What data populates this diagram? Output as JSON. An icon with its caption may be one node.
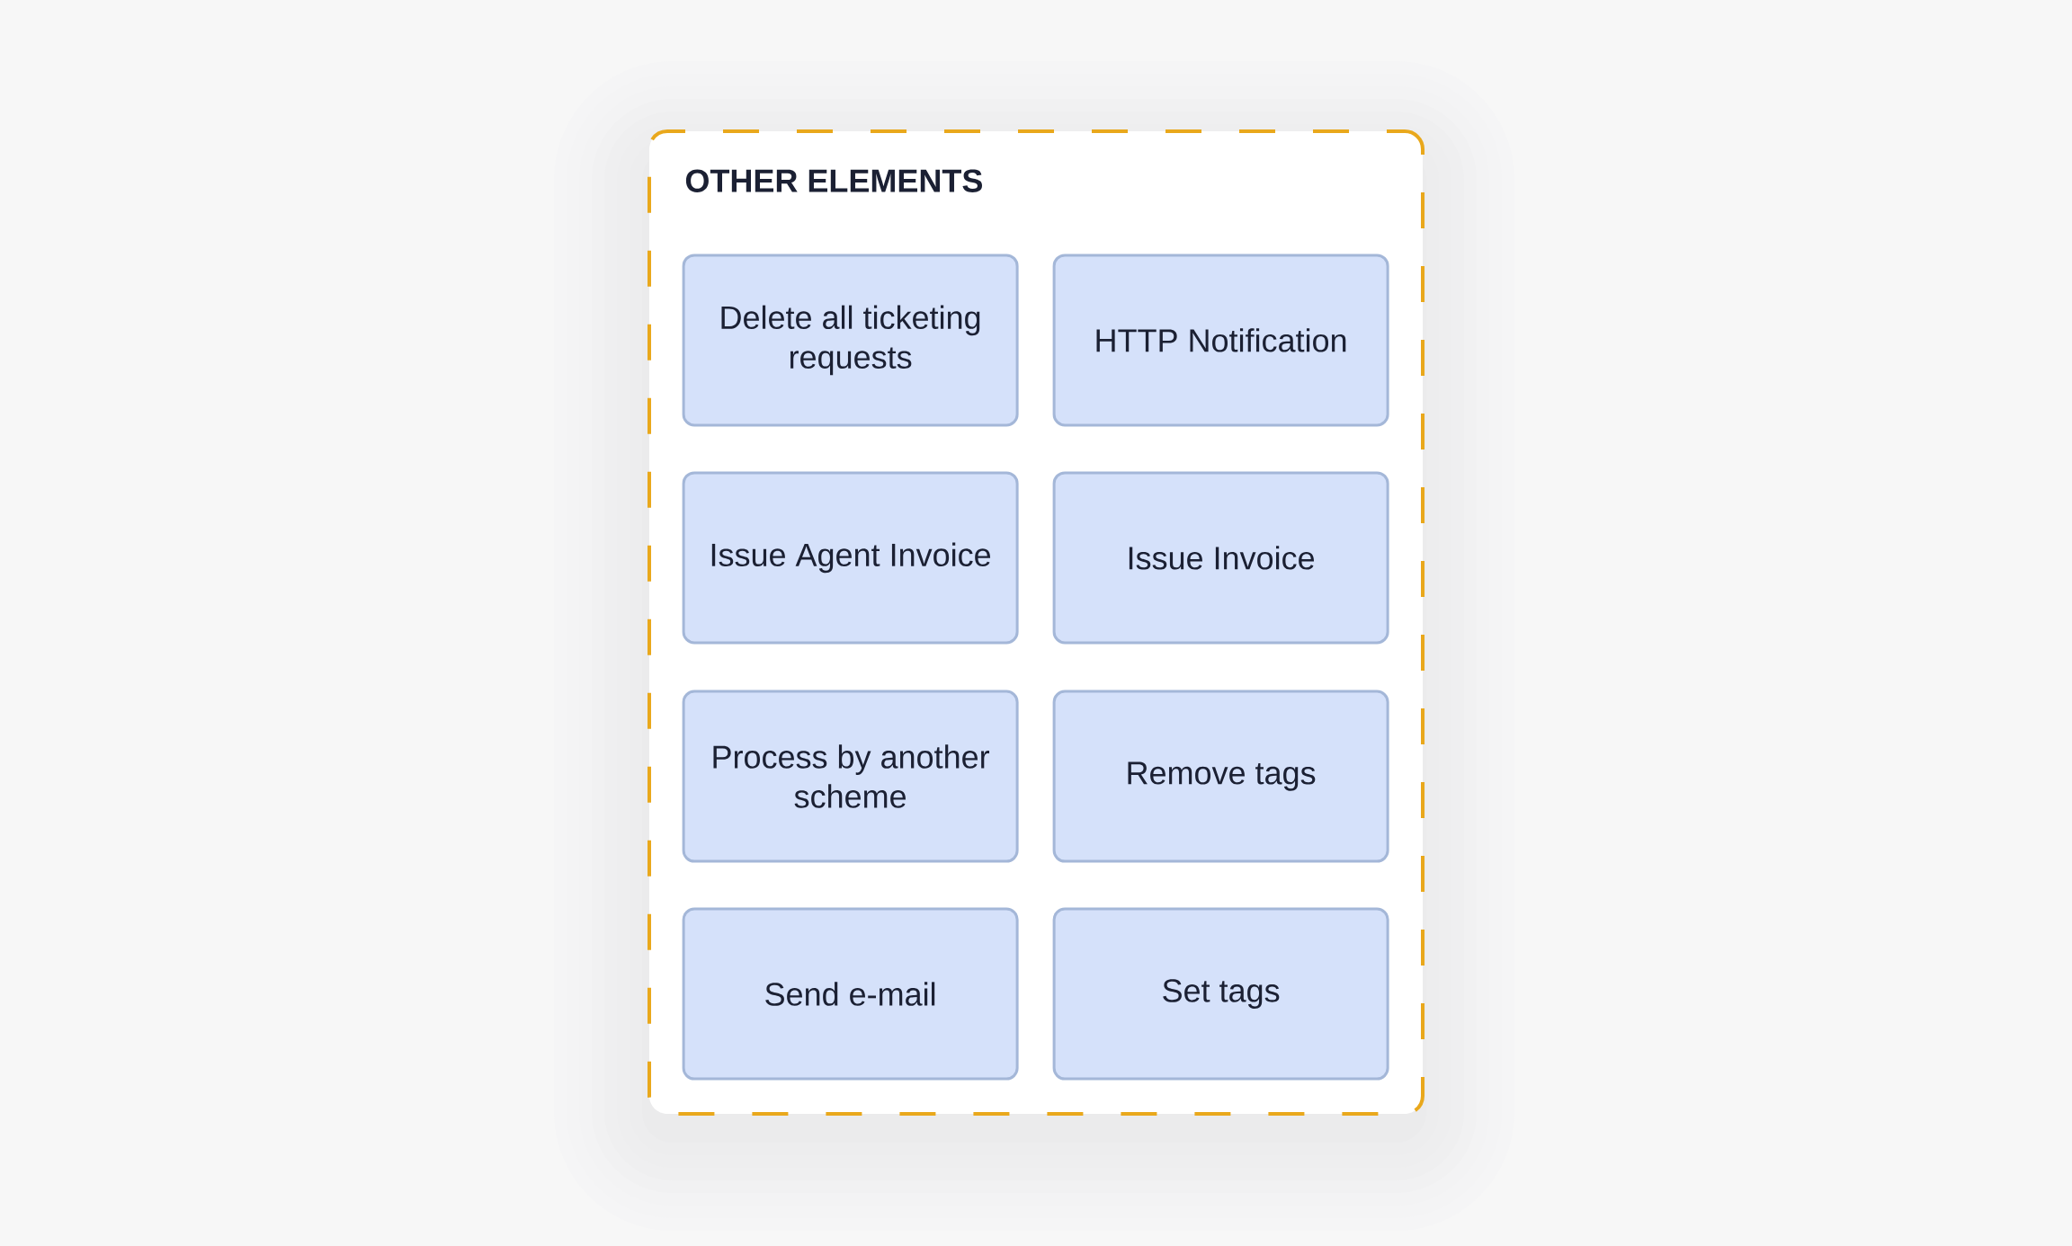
{
  "diagram": {
    "nodes": [
      {
        "text": [
          "OTHER ELEMENTS"
        ]
      },
      {
        "text": [
          "Delete all ticketing requests"
        ],
        "in": 0
      },
      {
        "text": [
          "HTTP Notification"
        ],
        "in": 0
      },
      {
        "text": [
          "Issue Agent Invoice"
        ],
        "in": 0
      },
      {
        "text": [
          "Issue Invoice"
        ],
        "in": 0
      },
      {
        "text": [
          "Process by another scheme"
        ],
        "in": 0
      },
      {
        "text": [
          "Remove tags"
        ],
        "in": 0
      },
      {
        "text": [
          "Send e-mail"
        ],
        "in": 0
      },
      {
        "text": [
          "Set tags"
        ],
        "in": 0
      }
    ],
    "edges": []
  }
}
